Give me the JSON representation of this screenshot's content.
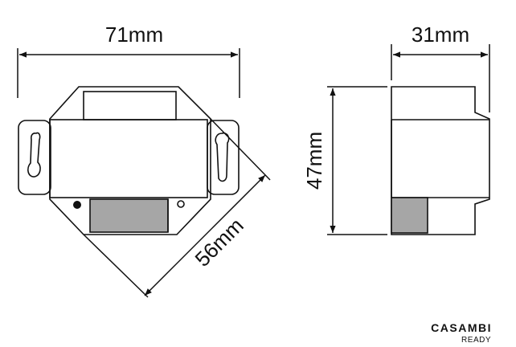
{
  "dimensions": {
    "width": "71mm",
    "depth": "31mm",
    "height": "47mm",
    "diagonal": "56mm"
  },
  "logo": {
    "brand": "CASAMBI",
    "tagline": "READY"
  },
  "colors": {
    "line": "#111111",
    "terminal_fill": "#a6a6a6",
    "background": "#ffffff"
  }
}
